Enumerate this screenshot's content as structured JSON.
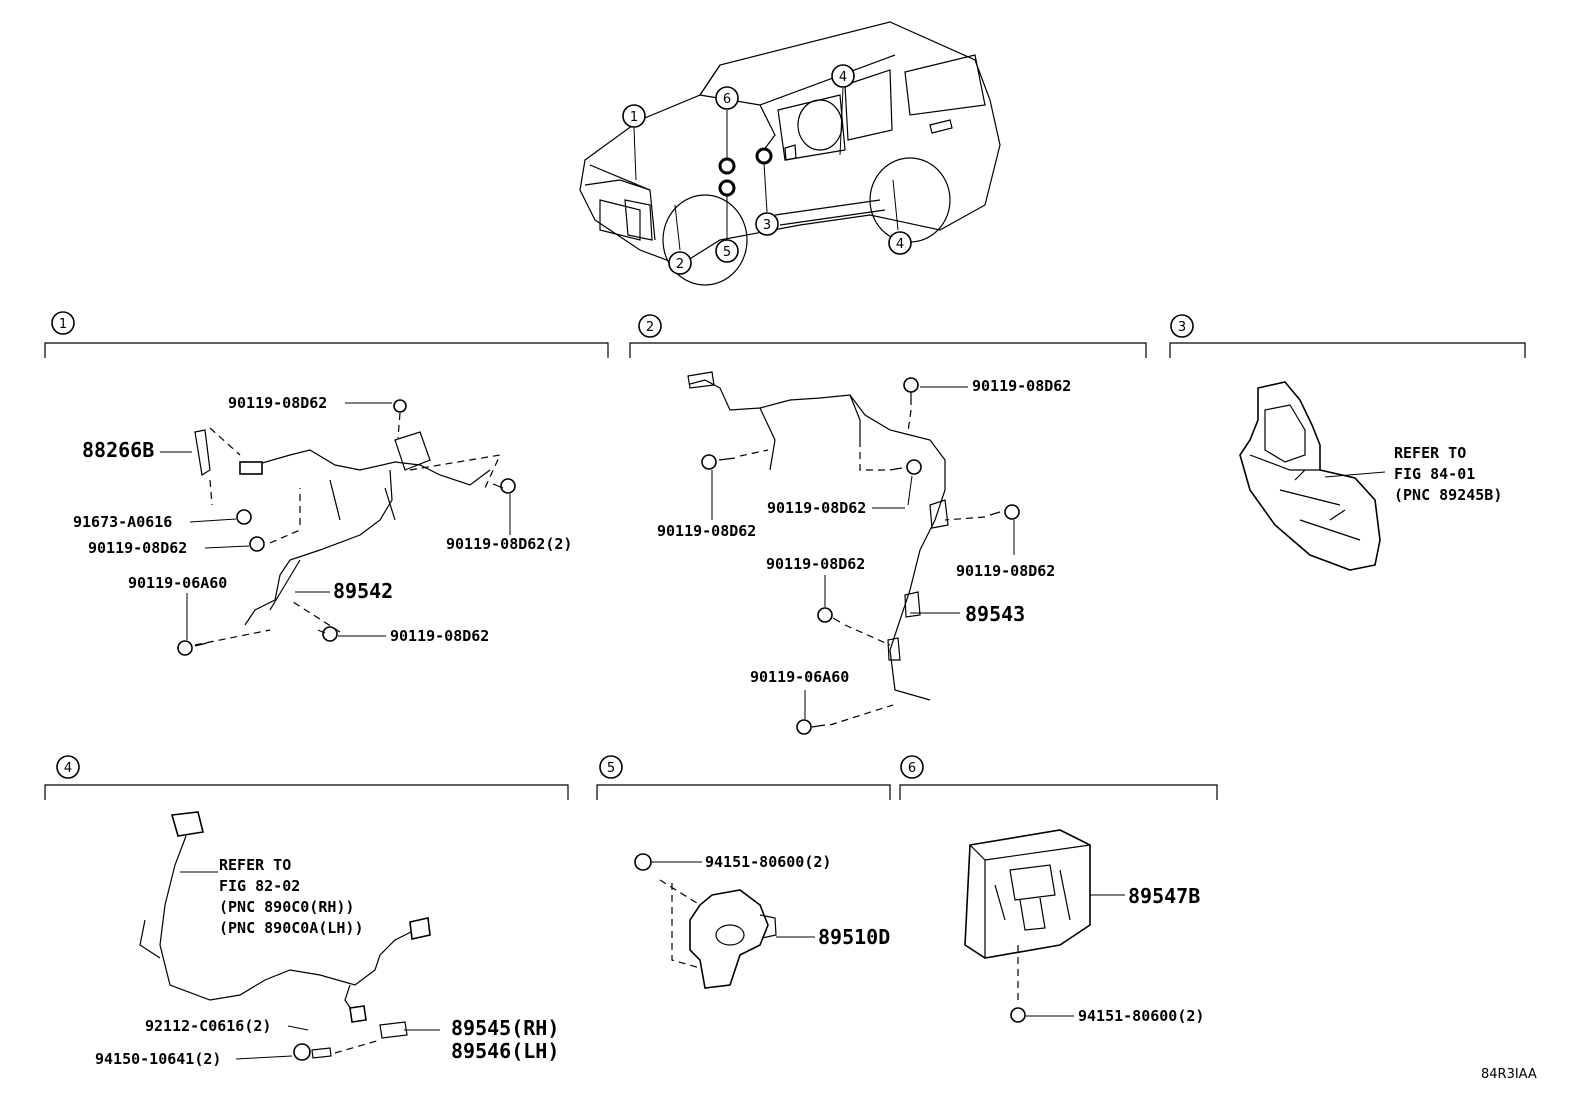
{
  "callouts": [
    "1",
    "2",
    "3",
    "4",
    "5",
    "6"
  ],
  "vehicle_callouts": [
    "1",
    "6",
    "4",
    "2",
    "5",
    "3",
    "4"
  ],
  "section1": {
    "num": "1",
    "parts": [
      "90119-08D62",
      "88266B",
      "91673-A0616",
      "90119-08D62",
      "90119-08D62(2)",
      "90119-06A60",
      "89542",
      "90119-08D62"
    ]
  },
  "section2": {
    "num": "2",
    "parts": [
      "90119-08D62",
      "90119-08D62",
      "90119-08D62",
      "90119-08D62",
      "90119-08D62",
      "89543",
      "90119-06A60"
    ]
  },
  "section3": {
    "num": "3",
    "refer": [
      "REFER TO",
      "FIG 84-01",
      "(PNC 89245B)"
    ]
  },
  "section4": {
    "num": "4",
    "refer": [
      "REFER TO",
      "FIG 82-02",
      "(PNC 890C0(RH))",
      "(PNC 890C0A(LH))"
    ],
    "parts": [
      "92112-C0616(2)",
      "94150-10641(2)",
      "89545(RH)",
      "89546(LH)"
    ]
  },
  "section5": {
    "num": "5",
    "parts": [
      "94151-80600(2)",
      "89510D"
    ]
  },
  "section6": {
    "num": "6",
    "parts": [
      "89547B",
      "94151-80600(2)"
    ]
  },
  "figure_code": "84R3IAA"
}
